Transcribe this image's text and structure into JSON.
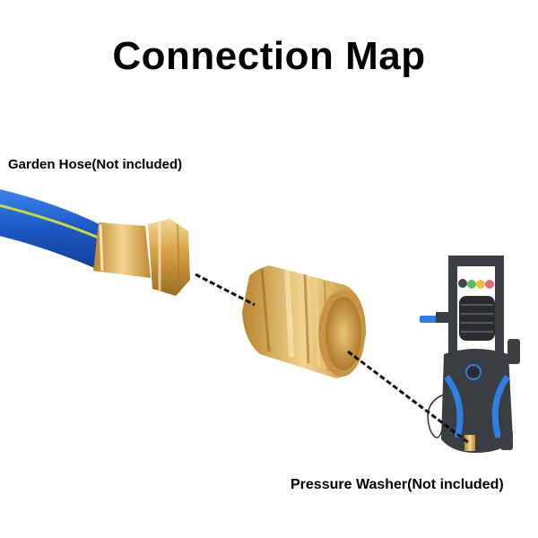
{
  "title": "Connection Map",
  "labels": {
    "garden_hose": "Garden Hose(Not included)",
    "pressure_washer": "Pressure Washer(Not included)"
  },
  "colors": {
    "hose_blue": "#1f5fc8",
    "hose_stripe": "#c8d84a",
    "brass": "#d8a84a",
    "washer_body": "#3a3d42",
    "washer_accent": "#2f7fe0"
  },
  "components": [
    {
      "id": "garden-hose",
      "label_ref": "labels.garden_hose"
    },
    {
      "id": "brass-adapter"
    },
    {
      "id": "pressure-washer",
      "label_ref": "labels.pressure_washer"
    }
  ]
}
